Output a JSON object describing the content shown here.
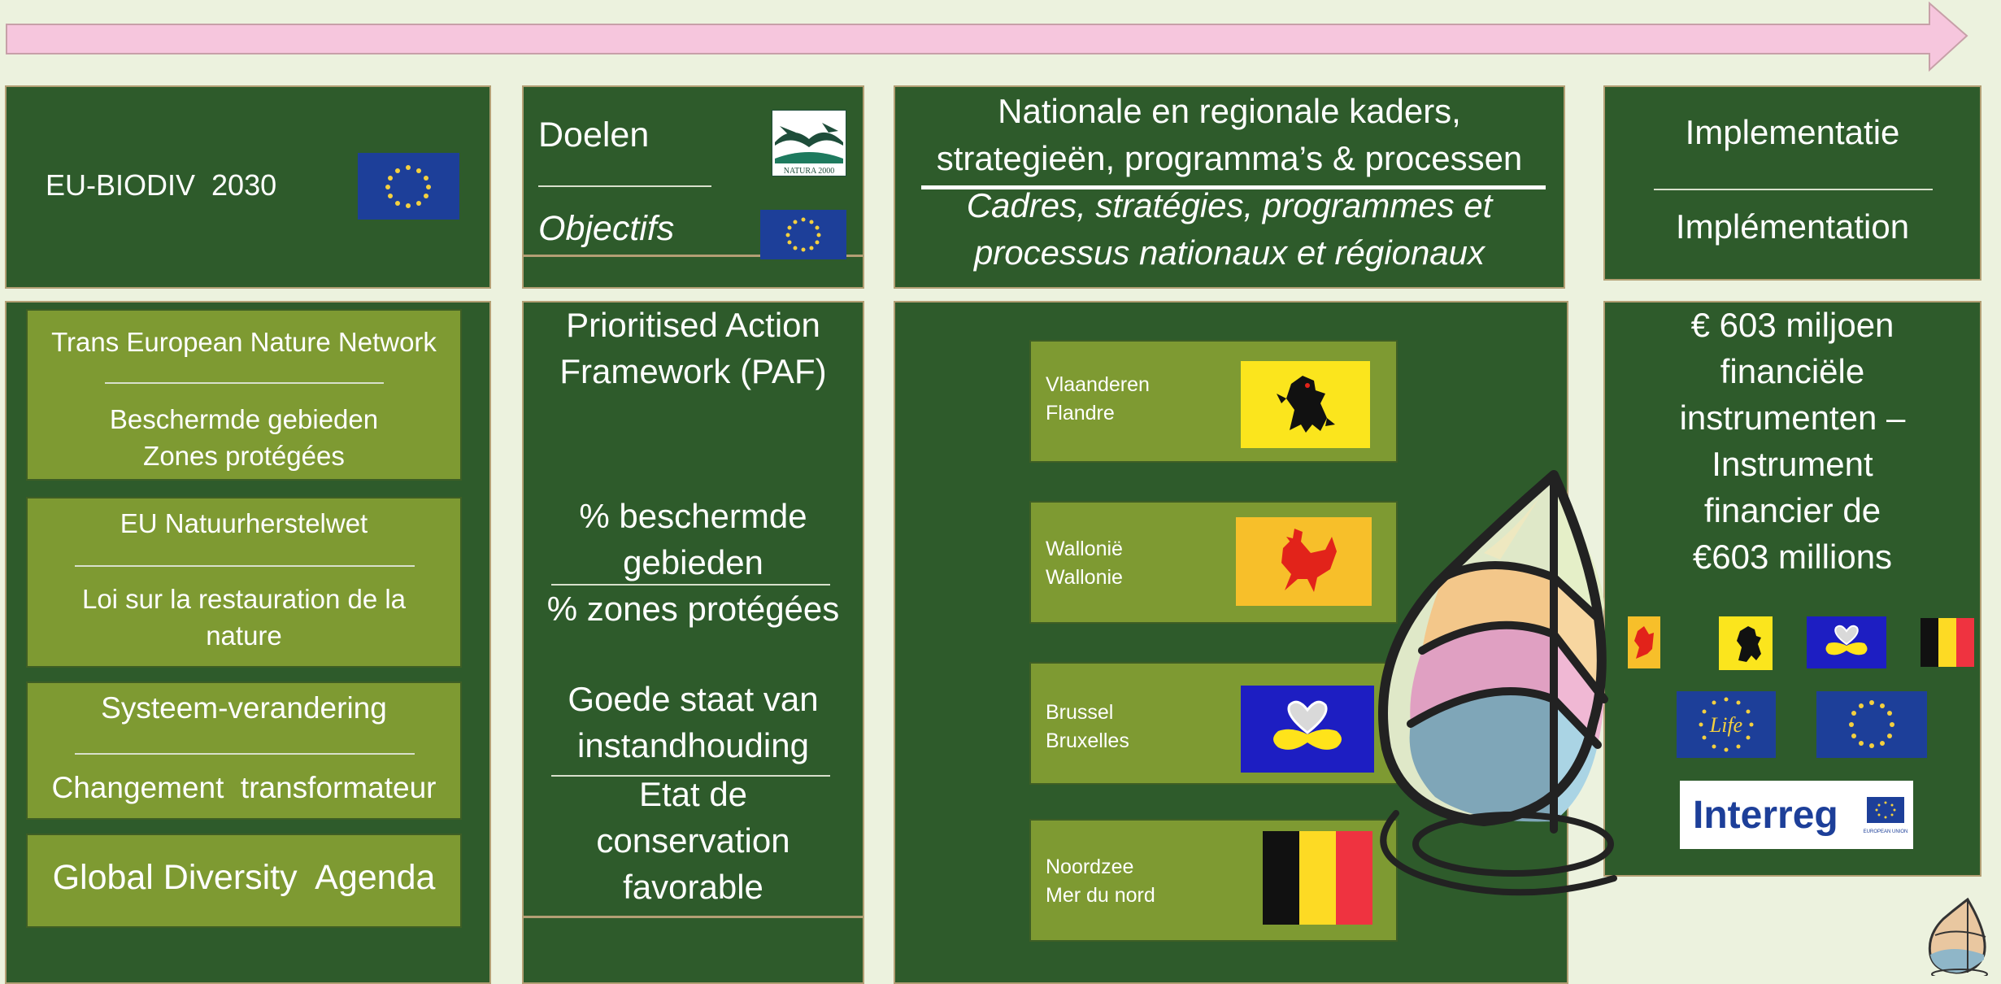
{
  "colors": {
    "background": "#ecf2de",
    "arrow": "#f6c6dd",
    "dark_green": "#2e5b2b",
    "olive": "#7e9a32",
    "border": "#b39f74"
  },
  "col1": {
    "header": "EU-BIODIV  2030",
    "items": [
      {
        "nl": "Trans European Nature Network",
        "fr_line1": "Beschermde gebieden",
        "fr_line2": "Zones protégées"
      },
      {
        "nl": "EU Natuurherstelwet",
        "fr_line1": "Loi sur la restauration de la",
        "fr_line2": "nature"
      },
      {
        "nl": "Systeem-verandering",
        "fr": "Changement  transformateur"
      },
      {
        "nl": "Global Diversity  Agenda"
      }
    ]
  },
  "col2": {
    "header_nl": "Doelen",
    "header_fr": "Objectifs",
    "natura_text": "NATURA 2000",
    "paf_line1": "Prioritised Action",
    "paf_line2": "Framework (PAF)",
    "pct_nl_line1": "% beschermde",
    "pct_nl_line2": "gebieden",
    "pct_fr": "% zones protégées",
    "goede_line1": "Goede staat van",
    "goede_line2": "instandhouding",
    "etat_line1": "Etat de",
    "etat_line2": "conservation",
    "etat_line3": "favorable"
  },
  "col3": {
    "header_nl_line1": "Nationale en regionale kaders,",
    "header_nl_line2": "strategieën, programma’s & processen",
    "header_fr_line1": "Cadres, stratégies, programmes et",
    "header_fr_line2": "processus nationaux et régionaux",
    "regions": [
      {
        "nl": "Vlaanderen",
        "fr": "Flandre",
        "flag": "flanders-lion"
      },
      {
        "nl": "Wallonië",
        "fr": "Wallonie",
        "flag": "wallonia-rooster"
      },
      {
        "nl": "Brussel",
        "fr": "Bruxelles",
        "flag": "brussels-iris"
      },
      {
        "nl": "Noordzee",
        "fr": "Mer du nord",
        "flag": "belgium-tricolor"
      }
    ]
  },
  "col4": {
    "header_nl": "Implementatie",
    "header_fr": "Implémentation",
    "amount_lines": [
      "€ 603 miljoen",
      "financiële",
      "instrumenten –",
      "Instrument",
      "financier de",
      "€603 millions"
    ],
    "life_text": "Life",
    "interreg_text": "Interreg",
    "eu_small_text": "EUROPEAN UNION"
  }
}
